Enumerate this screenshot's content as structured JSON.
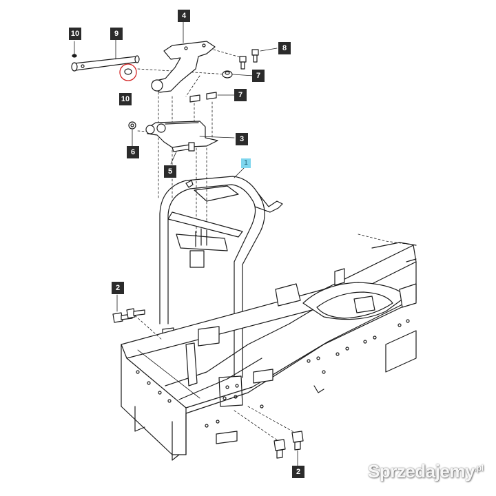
{
  "callouts": {
    "c10_top": "10",
    "c9": "9",
    "c4": "4",
    "c8": "8",
    "c7_upper": "7",
    "c10_circled": "10",
    "c7_lower": "7",
    "c6": "6",
    "c3": "3",
    "c5": "5",
    "c1": "1",
    "c2_left": "2",
    "c2_bottom": "2"
  },
  "watermark": {
    "text": "Sprzedajemy",
    "tld": ".pl"
  },
  "colors": {
    "line": "#1a1a1a",
    "callout_bg": "#2b2b2b",
    "highlight_callout": "#7fd6ee",
    "circle_mark": "#d22222"
  }
}
